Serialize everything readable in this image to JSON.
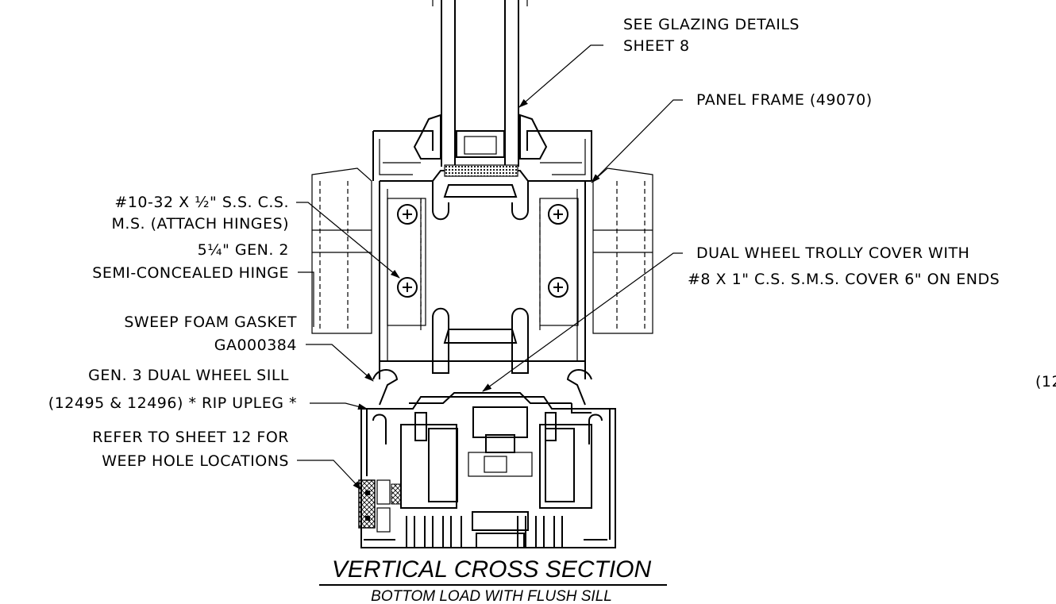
{
  "labels": {
    "glazing_line1": "SEE GLAZING DETAILS",
    "glazing_line2": "SHEET 8",
    "panel_frame": "PANEL FRAME (49070)",
    "screw_line1": "#10-32 X ½\" S.S. C.S.",
    "screw_line2": "M.S. (ATTACH HINGES)",
    "hinge_line1": "5¼\" GEN. 2",
    "hinge_line2": "SEMI-CONCEALED HINGE",
    "trolly_line1": "DUAL WHEEL TROLLY COVER WITH",
    "trolly_line2": "#8 X 1\" C.S. S.M.S. COVER 6\" ON ENDS",
    "sweep_line1": "SWEEP FOAM GASKET",
    "sweep_line2": "GA000384",
    "sill_line1": "GEN. 3 DUAL WHEEL SILL",
    "sill_line2": "(12495 & 12496) * RIP UPLEG *",
    "weep_line1": "REFER TO SHEET 12 FOR",
    "weep_line2": "WEEP HOLE LOCATIONS",
    "cut_text": "(12"
  },
  "title": {
    "main": "VERTICAL CROSS SECTION",
    "sub": "BOTTOM LOAD WITH FLUSH SILL"
  },
  "colors": {
    "ink": "#000000",
    "paper": "#ffffff"
  }
}
